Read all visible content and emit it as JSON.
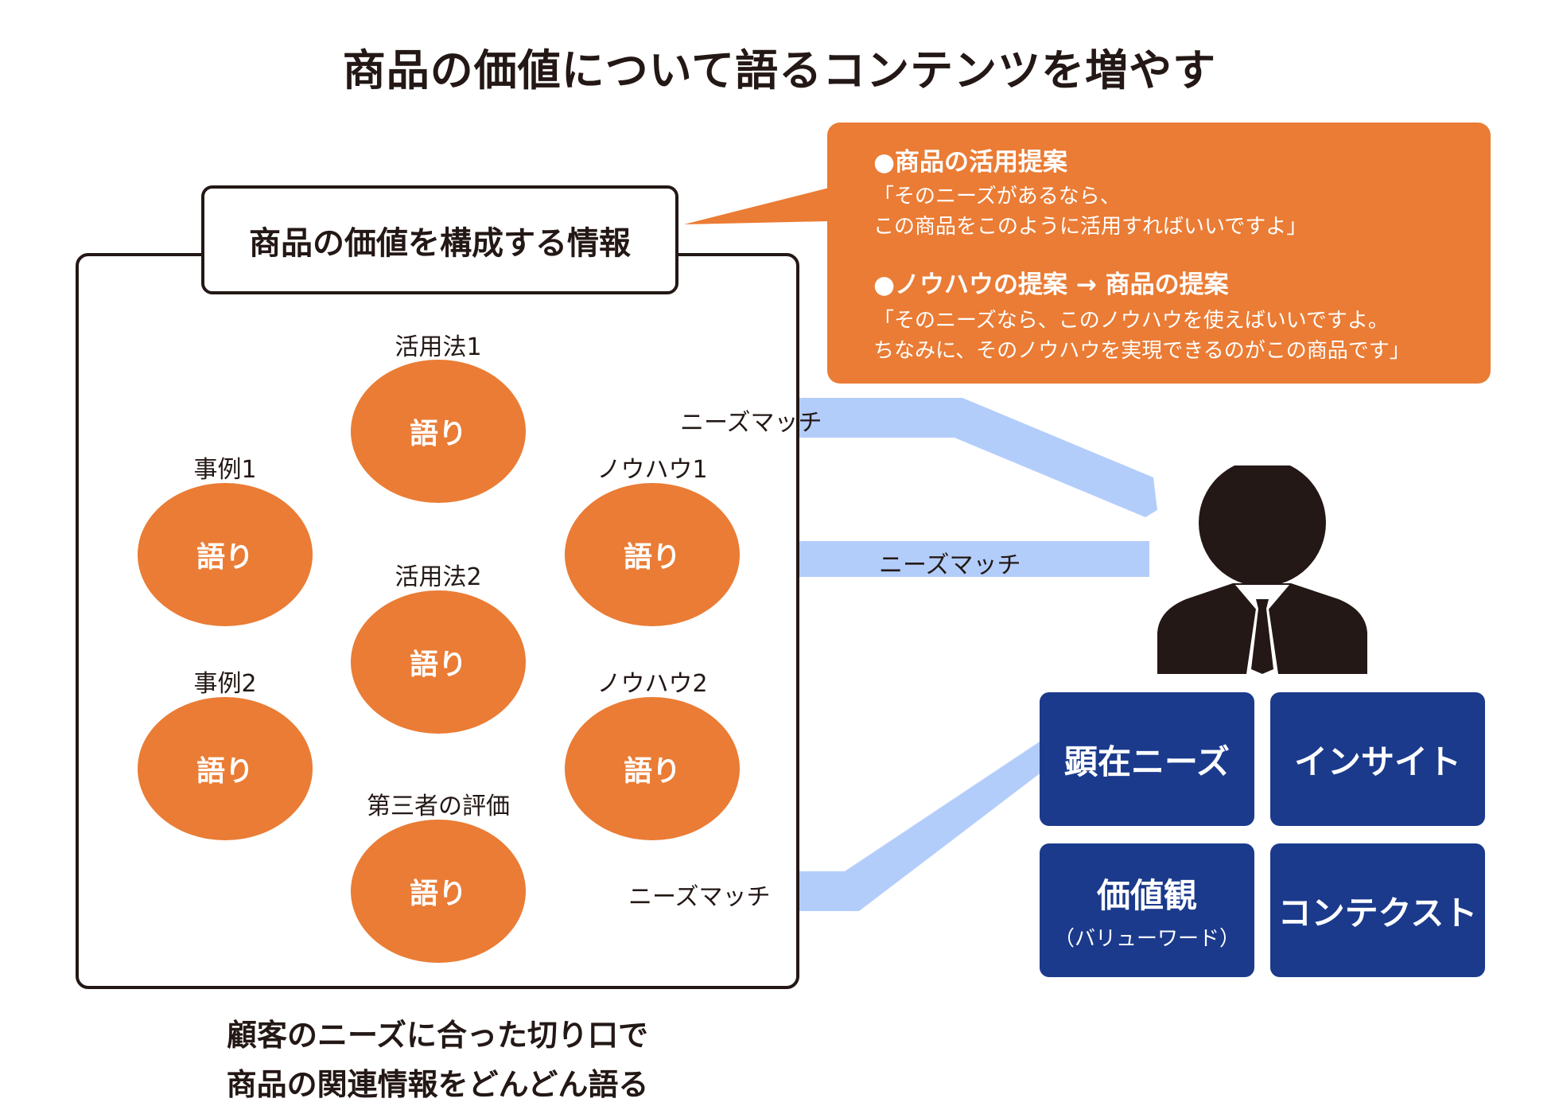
{
  "title": "商品の価値について語るコンテンツを増やす",
  "frame_label": "商品の価値を構成する情報",
  "nodes": [
    {
      "label": "活用法1",
      "text": "語り"
    },
    {
      "label": "事例1",
      "text": "語り"
    },
    {
      "label": "ノウハウ1",
      "text": "語り"
    },
    {
      "label": "活用法2",
      "text": "語り"
    },
    {
      "label": "事例2",
      "text": "語り"
    },
    {
      "label": "ノウハウ2",
      "text": "語り"
    },
    {
      "label": "第三者の評価",
      "text": "語り"
    }
  ],
  "callout": {
    "heading1": "●商品の活用提案",
    "line1a": "「そのニーズがあるなら、",
    "line1b": "この商品をこのように活用すればいいですよ」",
    "heading2": "●ノウハウの提案 → 商品の提案",
    "line2a": "「そのニーズなら、このノウハウを使えばいいですよ。",
    "line2b": "ちなみに、そのノウハウを実現できるのがこの商品です」"
  },
  "arrows": [
    {
      "label": "ニーズマッチ"
    },
    {
      "label": "ニーズマッチ"
    },
    {
      "label": "ニーズマッチ"
    }
  ],
  "needs": {
    "explicit": "顕在ニーズ",
    "insight": "インサイト",
    "values": "価値観",
    "values_sub": "（バリューワード）",
    "context": "コンテクスト"
  },
  "caption": {
    "line1": "顧客のニーズに合った切り口で",
    "line2": "商品の関連情報をどんどん語る"
  },
  "colors": {
    "orange": "#ea7c35",
    "arrow_blue": "#b3cdfb",
    "navy": "#1b3a8c",
    "ink": "#231815"
  }
}
